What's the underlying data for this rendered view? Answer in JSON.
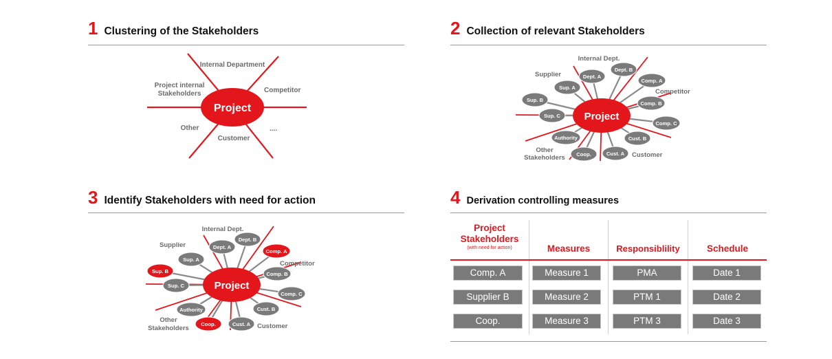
{
  "panels": [
    {
      "number": "1",
      "title": "Clustering of the Stakeholders"
    },
    {
      "number": "2",
      "title": "Collection of relevant Stakeholders"
    },
    {
      "number": "3",
      "title": "Identify Stakeholders with need for action"
    },
    {
      "number": "4",
      "title": "Derivation controlling measures"
    }
  ],
  "diagram1": {
    "center": "Project",
    "labels": {
      "internal_department": "Internal Department",
      "project_internal_1": "Project internal",
      "project_internal_2": "Stakeholders",
      "competitor": "Competitor",
      "other": "Other",
      "customer": "Customer",
      "more": "...."
    }
  },
  "diagram2": {
    "center": "Project",
    "labels": {
      "internal_dept": "Internal Dept.",
      "supplier": "Supplier",
      "competitor": "Competitor",
      "customer": "Customer",
      "other_1": "Other",
      "other_2": "Stakeholders"
    },
    "pills": {
      "dept_a": "Dept. A",
      "dept_b": "Dept. B",
      "comp_a": "Comp. A",
      "comp_b": "Comp. B",
      "comp_c": "Comp. C",
      "cust_b": "Cust. B",
      "cust_a": "Cust. A",
      "coop": "Coop.",
      "authority": "Authority",
      "sup_a": "Sup. A",
      "sup_b": "Sup. B",
      "sup_c": "Sup. C"
    }
  },
  "diagram3": {
    "center": "Project",
    "highlighted": [
      "Comp. A",
      "Sup. B",
      "Coop."
    ],
    "labels": {
      "internal_dept": "Internal Dept.",
      "supplier": "Supplier",
      "competitor": "Competitor",
      "customer": "Customer",
      "other_1": "Other",
      "other_2": "Stakeholders"
    },
    "pills": {
      "dept_a": "Dept. A",
      "dept_b": "Dept. B",
      "comp_a": "Comp. A",
      "comp_b": "Comp. B",
      "comp_c": "Comp. C",
      "cust_b": "Cust. B",
      "cust_a": "Cust. A",
      "coop": "Coop.",
      "authority": "Authority",
      "sup_a": "Sup. A",
      "sup_b": "Sup. B",
      "sup_c": "Sup. C"
    }
  },
  "table": {
    "headers": {
      "stakeholders_1": "Project",
      "stakeholders_2": "Stakeholders",
      "stakeholders_note": "(with need for action)",
      "measures": "Measures",
      "responsibility": "Responsiblility",
      "schedule": "Schedule"
    },
    "rows": [
      {
        "stakeholder": "Comp. A",
        "measure": "Measure 1",
        "responsibility": "PMA",
        "schedule": "Date 1"
      },
      {
        "stakeholder": "Supplier B",
        "measure": "Measure 2",
        "responsibility": "PTM 1",
        "schedule": "Date 2"
      },
      {
        "stakeholder": "Coop.",
        "measure": "Measure 3",
        "responsibility": "PTM 3",
        "schedule": "Date 3"
      }
    ]
  },
  "colors": {
    "accent": "#e3161c",
    "pill": "#7a7a7a",
    "label": "#6b6b6b"
  }
}
